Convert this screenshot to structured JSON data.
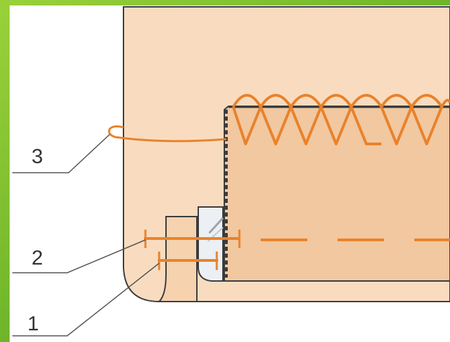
{
  "diagram": {
    "labels": [
      {
        "id": "label-3",
        "text": "3"
      },
      {
        "id": "label-2",
        "text": "2"
      },
      {
        "id": "label-1",
        "text": "1"
      }
    ],
    "colors": {
      "frame_green": "#7bbf2a",
      "paper": "#ffffff",
      "fabric_light": "#f9dcc0",
      "fabric_main": "#f6d2ae",
      "fabric_inner": "#f1c8a0",
      "thread_orange": "#e9822b",
      "outline": "#3b3b3b"
    }
  }
}
